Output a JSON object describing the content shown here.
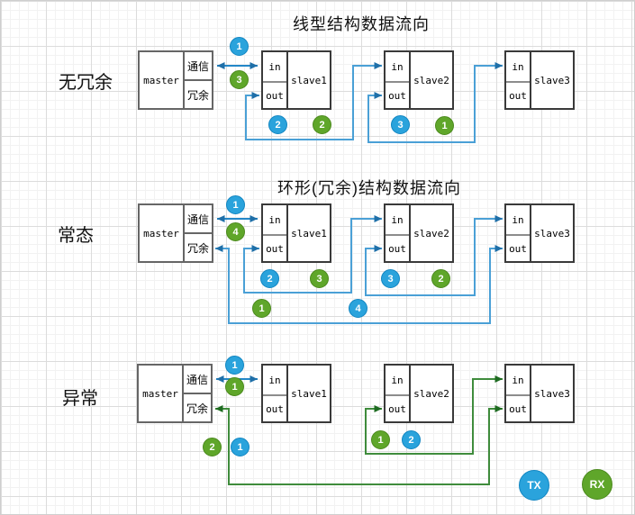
{
  "colors": {
    "tx_circle": "#2aa3dc",
    "rx_circle": "#5fa62a",
    "blue_line": "#4aa0d6",
    "blue_arrow": "#1f6fa8",
    "green_line": "#3f8c3c",
    "green_arrow": "#1e6b21",
    "master_border": "#666666",
    "slave_border": "#3a3a3a"
  },
  "legend": {
    "tx": "TX",
    "rx": "RX"
  },
  "d1": {
    "title": "线型结构数据流向",
    "label": "无冗余",
    "master": {
      "name": "master",
      "top": "通信",
      "bottom": "冗余"
    },
    "s1": {
      "name": "slave1",
      "top": "in",
      "bottom": "out"
    },
    "s2": {
      "name": "slave2",
      "top": "in",
      "bottom": "out"
    },
    "s3": {
      "name": "slave3",
      "top": "in",
      "bottom": "out"
    },
    "m": {
      "near_master_tx": "1",
      "near_master_rx": "3",
      "below_s1_tx": "2",
      "below_s1_rx": "2",
      "below_s2_tx": "3",
      "below_s2_rx": "1"
    }
  },
  "d2": {
    "title": "环形(冗余)结构数据流向",
    "label": "常态",
    "master": {
      "name": "master",
      "top": "通信",
      "bottom": "冗余"
    },
    "s1": {
      "name": "slave1",
      "top": "in",
      "bottom": "out"
    },
    "s2": {
      "name": "slave2",
      "top": "in",
      "bottom": "out"
    },
    "s3": {
      "name": "slave3",
      "top": "in",
      "bottom": "out"
    },
    "m": {
      "near_master_tx": "1",
      "near_master_rx": "4",
      "below_s1_tx": "2",
      "below_s1_rx": "3",
      "below_s2_tx": "3",
      "below_s2_rx": "2",
      "ring_rx": "1",
      "ring_tx": "4"
    }
  },
  "d3": {
    "label": "异常",
    "master": {
      "name": "master",
      "top": "通信",
      "bottom": "冗余"
    },
    "s1": {
      "name": "slave1",
      "top": "in",
      "bottom": "out"
    },
    "s2": {
      "name": "slave2",
      "top": "in",
      "bottom": "out"
    },
    "s3": {
      "name": "slave3",
      "top": "in",
      "bottom": "out"
    },
    "m": {
      "near_master_tx": "1",
      "near_master_rx": "1",
      "ring_rx": "2",
      "ring_tx": "1",
      "below_s2_rx": "1",
      "below_s2_tx": "2"
    }
  }
}
